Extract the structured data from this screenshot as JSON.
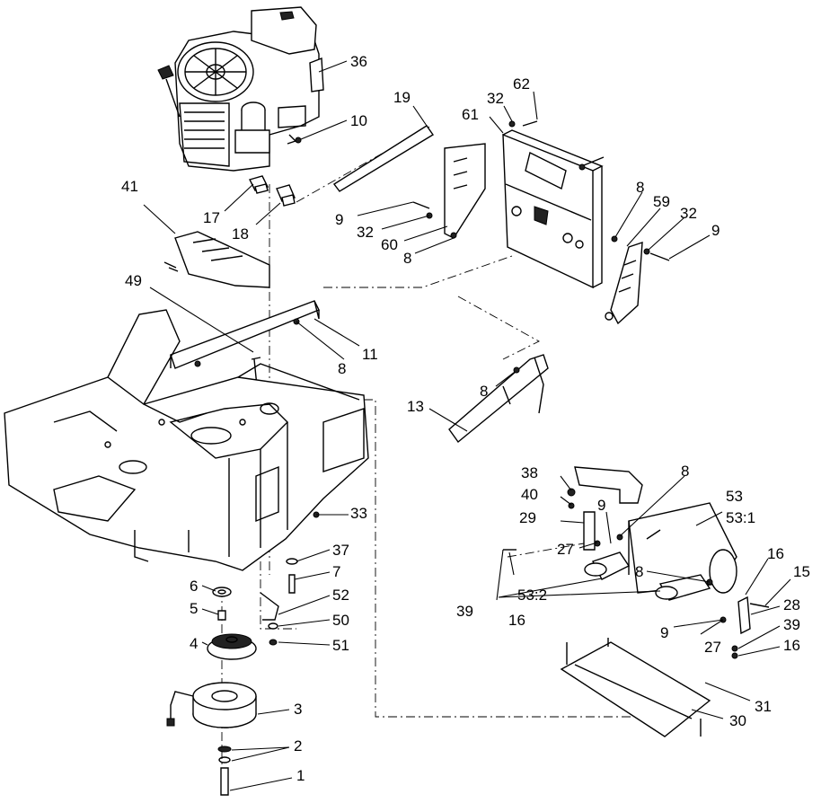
{
  "diagram": {
    "callouts": [
      {
        "id": "c36",
        "text": "36"
      },
      {
        "id": "c10",
        "text": "10"
      },
      {
        "id": "c19",
        "text": "19"
      },
      {
        "id": "c62",
        "text": "62"
      },
      {
        "id": "c32a",
        "text": "32"
      },
      {
        "id": "c61",
        "text": "61"
      },
      {
        "id": "c41",
        "text": "41"
      },
      {
        "id": "c17",
        "text": "17"
      },
      {
        "id": "c18",
        "text": "18"
      },
      {
        "id": "c9a",
        "text": "9"
      },
      {
        "id": "c32b",
        "text": "32"
      },
      {
        "id": "c60",
        "text": "60"
      },
      {
        "id": "c8a",
        "text": "8"
      },
      {
        "id": "c8b",
        "text": "8"
      },
      {
        "id": "c59",
        "text": "59"
      },
      {
        "id": "c32c",
        "text": "32"
      },
      {
        "id": "c9b",
        "text": "9"
      },
      {
        "id": "c49",
        "text": "49"
      },
      {
        "id": "c11",
        "text": "11"
      },
      {
        "id": "c8c",
        "text": "8"
      },
      {
        "id": "c8d",
        "text": "8"
      },
      {
        "id": "c13",
        "text": "13"
      },
      {
        "id": "c38",
        "text": "38"
      },
      {
        "id": "c8e",
        "text": "8"
      },
      {
        "id": "c53",
        "text": "53"
      },
      {
        "id": "c40",
        "text": "40"
      },
      {
        "id": "c531",
        "text": "53:1"
      },
      {
        "id": "c29",
        "text": "29"
      },
      {
        "id": "c9c",
        "text": "9"
      },
      {
        "id": "c33",
        "text": "33"
      },
      {
        "id": "c37",
        "text": "37"
      },
      {
        "id": "c27a",
        "text": "27"
      },
      {
        "id": "c16a",
        "text": "16"
      },
      {
        "id": "c15",
        "text": "15"
      },
      {
        "id": "c7",
        "text": "7"
      },
      {
        "id": "c8f",
        "text": "8"
      },
      {
        "id": "c6",
        "text": "6"
      },
      {
        "id": "c52",
        "text": "52"
      },
      {
        "id": "c532",
        "text": "53:2"
      },
      {
        "id": "c39a",
        "text": "39"
      },
      {
        "id": "c16b",
        "text": "16"
      },
      {
        "id": "c28",
        "text": "28"
      },
      {
        "id": "c5",
        "text": "5"
      },
      {
        "id": "c50",
        "text": "50"
      },
      {
        "id": "c9d",
        "text": "9"
      },
      {
        "id": "c39b",
        "text": "39"
      },
      {
        "id": "c4",
        "text": "4"
      },
      {
        "id": "c51",
        "text": "51"
      },
      {
        "id": "c27b",
        "text": "27"
      },
      {
        "id": "c16c",
        "text": "16"
      },
      {
        "id": "c31",
        "text": "31"
      },
      {
        "id": "c3",
        "text": "3"
      },
      {
        "id": "c30",
        "text": "30"
      },
      {
        "id": "c2",
        "text": "2"
      },
      {
        "id": "c1",
        "text": "1"
      }
    ]
  }
}
